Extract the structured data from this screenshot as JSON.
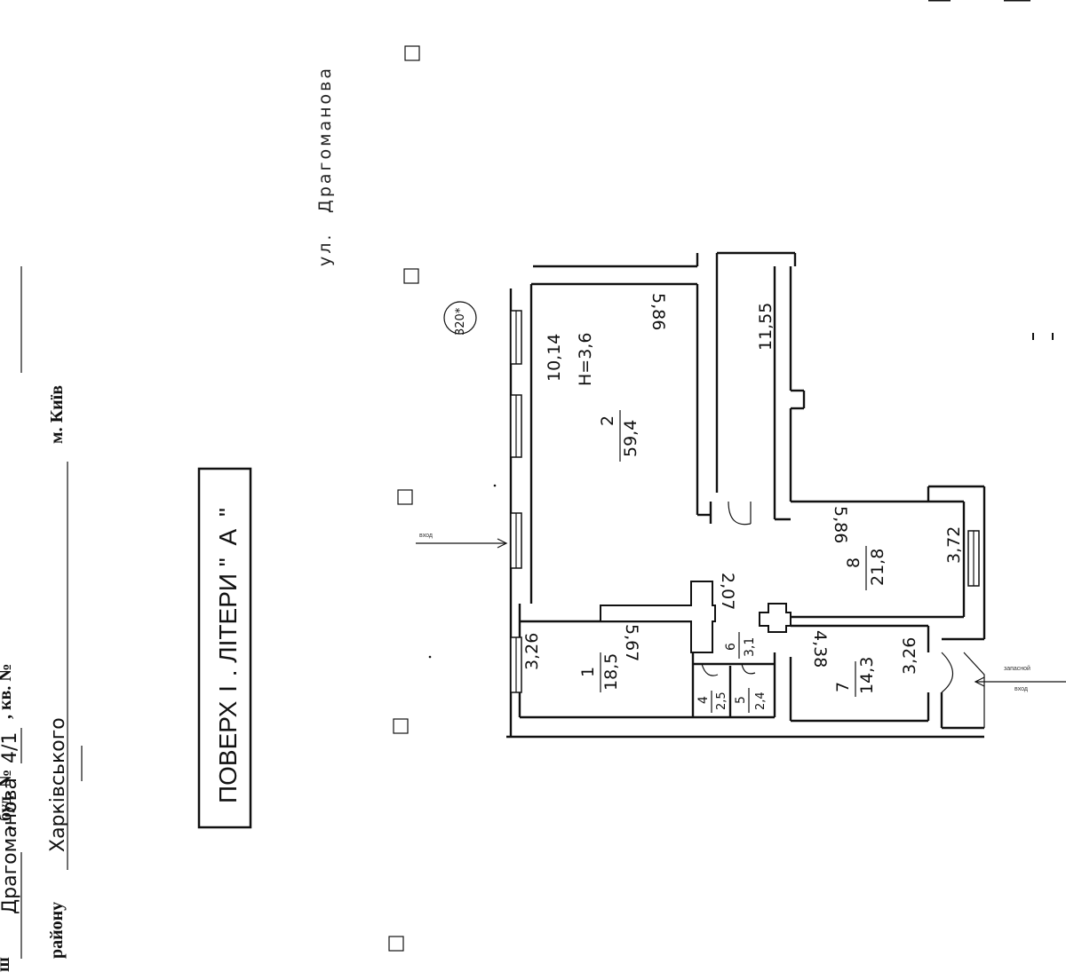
{
  "form": {
    "district_label": "району",
    "district_value": "Харківського",
    "street_value": "Драгоманова",
    "building_label": ", буд. №",
    "building_value": "4/1",
    "apartment_label": ", кв. №",
    "city": "м. Київ",
    "clipped_prefix": "ш"
  },
  "floor_title": {
    "prefix": "ПОВЕРХ",
    "floor": "I",
    "middle": "ЛІТЕРИ \"",
    "letter": "А",
    "suffix": "\""
  },
  "street_label": {
    "prefix": "ул.",
    "name": "Драгоманова"
  },
  "plan": {
    "house_no_circle": "320*",
    "entrance_main": "вход",
    "entrance_back_1": "запасной",
    "entrance_back_2": "вход",
    "height_note": "H=3,6",
    "dimensions": [
      "10,14",
      "5,86",
      "11,55",
      "5,86",
      "3,72",
      "2,07",
      "5,67",
      "4,38",
      "3,26",
      "3,26"
    ],
    "rooms": [
      {
        "no": "1",
        "area": "18,5"
      },
      {
        "no": "2",
        "area": "59,4"
      },
      {
        "no": "4",
        "area": "2,5"
      },
      {
        "no": "5",
        "area": "2,4"
      },
      {
        "no": "6",
        "area": "3,1"
      },
      {
        "no": "7",
        "area": "14,3"
      },
      {
        "no": "8",
        "area": "21,8"
      }
    ]
  }
}
